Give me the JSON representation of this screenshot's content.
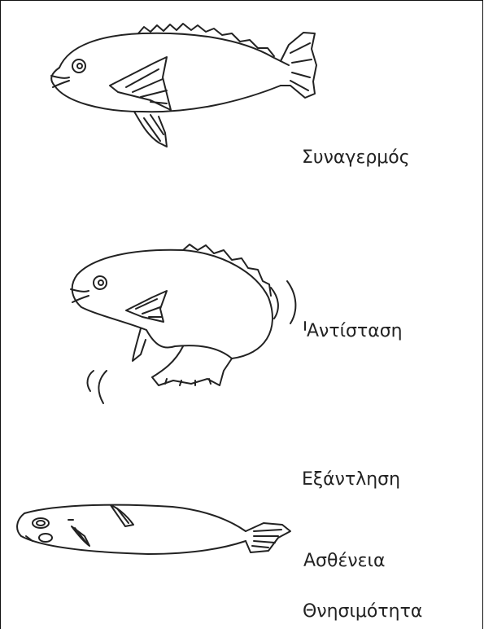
{
  "stages": [
    {
      "label": "Συναγερμός",
      "icon": "alert-fish-icon"
    },
    {
      "label": "Αντίσταση",
      "icon": "resisting-fish-icon"
    },
    {
      "label": "Εξάντληση",
      "icon": ""
    },
    {
      "label": "Ασθένεια",
      "icon": "sick-fish-icon"
    },
    {
      "label": "Θνησιμότητα",
      "icon": ""
    }
  ],
  "colors": {
    "line": "#222222",
    "background": "#ffffff"
  }
}
